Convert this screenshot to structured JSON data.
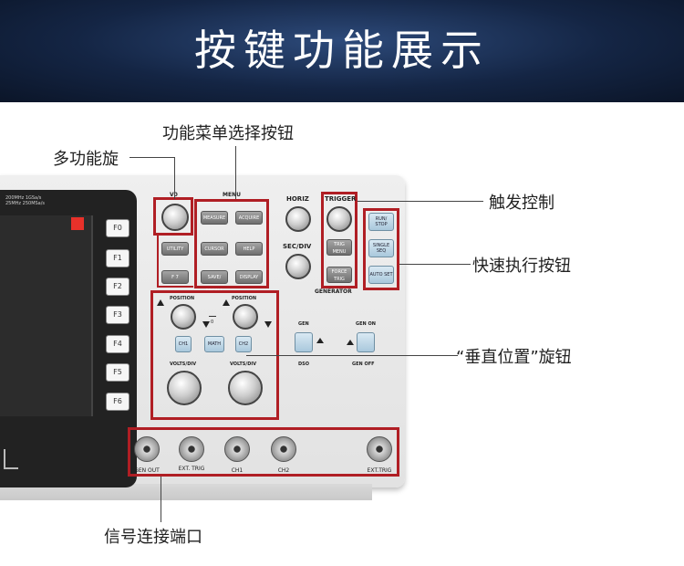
{
  "banner": {
    "title": "按键功能展示"
  },
  "callouts": {
    "function_menu_buttons": "功能菜单选择按钮",
    "multifunction_knob": "多功能旋",
    "trigger_control": "触发控制",
    "quick_execute_buttons": "快速执行按钮",
    "vertical_position_knob": "“垂直位置”旋钮",
    "signal_ports": "信号连接端口"
  },
  "device": {
    "spec_line1": "200MHz 1GSa/s",
    "spec_line2": "25MHz 250MSa/s",
    "function_keys": [
      "F0",
      "F1",
      "F2",
      "F3",
      "F4",
      "F5",
      "F6"
    ],
    "v0_label": "V0",
    "menu_label": "MENU",
    "menu_buttons": [
      "MEASURE",
      "ACQUIRE",
      "UTILITY",
      "CURSOR",
      "HELP",
      "F 7",
      "SAVE/ RECALL",
      "DISPLAY"
    ],
    "horiz_label": "HORIZ",
    "sec_div_label": "SEC/DIV",
    "trigger_label": "TRIGGER",
    "trigger_buttons": [
      "TRIG MENU",
      "FORCE TRIG"
    ],
    "run_buttons": [
      "RUN/ STOP",
      "SINGLE SEQ",
      "AUTO SET"
    ],
    "generator_label": "GENERATOR",
    "position_label": "POSITION",
    "vertical_buttons": [
      "CH1",
      "MATH",
      "CH2"
    ],
    "volts_div_label": "VOLTS/DIV",
    "gen_label": "GEN",
    "gen_on_label": "GEN ON",
    "dso_label": "DSO",
    "gen_off_label": "GEN OFF",
    "ground_zero": "0",
    "ports": [
      "GEN OUT",
      "EXT. TRIG",
      "CH1",
      "CH2",
      "EXT.TRIG"
    ]
  },
  "colors": {
    "highlight": "#b01e24",
    "banner": "#142544"
  }
}
